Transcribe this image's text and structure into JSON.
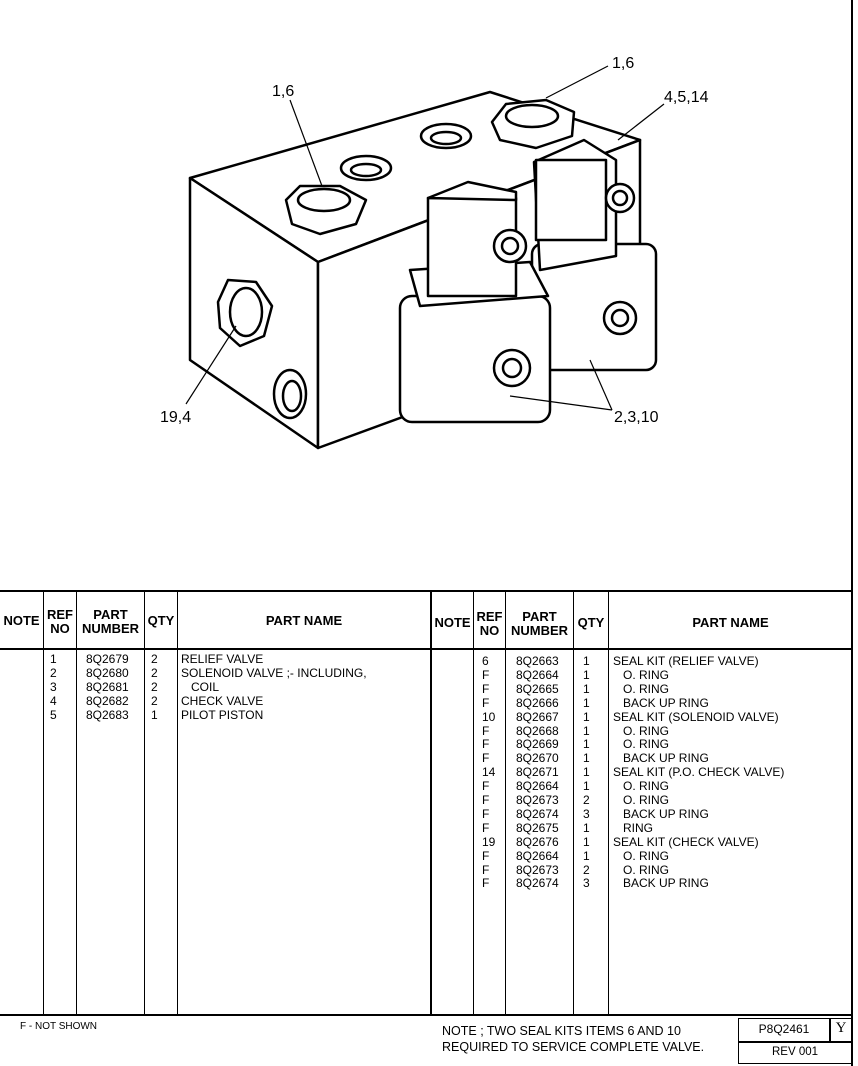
{
  "callouts": {
    "relief_left": "1,6",
    "relief_right": "1,6",
    "seal_kit": "4,5,14",
    "check_valve": "19,4",
    "solenoid": "2,3,10"
  },
  "table": {
    "headers": {
      "note": "NOTE",
      "ref_no": "REF\nNO",
      "part_number": "PART\nNUMBER",
      "qty": "QTY",
      "part_name": "PART NAME"
    },
    "left_rows": [
      {
        "note": "",
        "ref": "1",
        "part": "8Q2679",
        "qty": "2",
        "name": "RELIEF VALVE"
      },
      {
        "note": "",
        "ref": "2",
        "part": "8Q2680",
        "qty": "2",
        "name": "SOLENOID VALVE ;- INCLUDING,"
      },
      {
        "note": "",
        "ref": "3",
        "part": "8Q2681",
        "qty": "2",
        "name": "   COIL"
      },
      {
        "note": "",
        "ref": "4",
        "part": "8Q2682",
        "qty": "2",
        "name": "CHECK VALVE"
      },
      {
        "note": "",
        "ref": "5",
        "part": "8Q2683",
        "qty": "1",
        "name": "PILOT PISTON"
      }
    ],
    "right_rows": [
      {
        "ref": "6",
        "part": "8Q2663",
        "qty": "1",
        "name": "SEAL KIT (RELIEF VALVE)"
      },
      {
        "ref": "F",
        "part": "8Q2664",
        "qty": "1",
        "name": "   O. RING"
      },
      {
        "ref": "F",
        "part": "8Q2665",
        "qty": "1",
        "name": "   O. RING"
      },
      {
        "ref": "F",
        "part": "8Q2666",
        "qty": "1",
        "name": "   BACK UP RING"
      },
      {
        "ref": "10",
        "part": "8Q2667",
        "qty": "1",
        "name": "SEAL KIT (SOLENOID VALVE)"
      },
      {
        "ref": "F",
        "part": "8Q2668",
        "qty": "1",
        "name": "   O. RING"
      },
      {
        "ref": "F",
        "part": "8Q2669",
        "qty": "1",
        "name": "   O. RING"
      },
      {
        "ref": "F",
        "part": "8Q2670",
        "qty": "1",
        "name": "   BACK UP RING"
      },
      {
        "ref": "14",
        "part": "8Q2671",
        "qty": "1",
        "name": "SEAL KIT (P.O. CHECK VALVE)"
      },
      {
        "ref": "F",
        "part": "8Q2664",
        "qty": "1",
        "name": "   O. RING"
      },
      {
        "ref": "F",
        "part": "8Q2673",
        "qty": "2",
        "name": "   O. RING"
      },
      {
        "ref": "F",
        "part": "8Q2674",
        "qty": "3",
        "name": "   BACK UP RING"
      },
      {
        "ref": "F",
        "part": "8Q2675",
        "qty": "1",
        "name": "   RING"
      },
      {
        "ref": "19",
        "part": "8Q2676",
        "qty": "1",
        "name": "SEAL KIT (CHECK VALVE)"
      },
      {
        "ref": "F",
        "part": "8Q2664",
        "qty": "1",
        "name": "   O. RING"
      },
      {
        "ref": "F",
        "part": "8Q2673",
        "qty": "2",
        "name": "   O. RING"
      },
      {
        "ref": "F",
        "part": "8Q2674",
        "qty": "3",
        "name": "   BACK UP RING"
      }
    ]
  },
  "footer": {
    "not_shown": "F - NOT SHOWN",
    "note_line1": "NOTE ; TWO SEAL KITS ITEMS 6 AND 10",
    "note_line2": "REQUIRED TO SERVICE COMPLETE VALVE.",
    "drawing_number": "P8Q2461",
    "rev_letter": "Y",
    "revision": "REV 001"
  }
}
